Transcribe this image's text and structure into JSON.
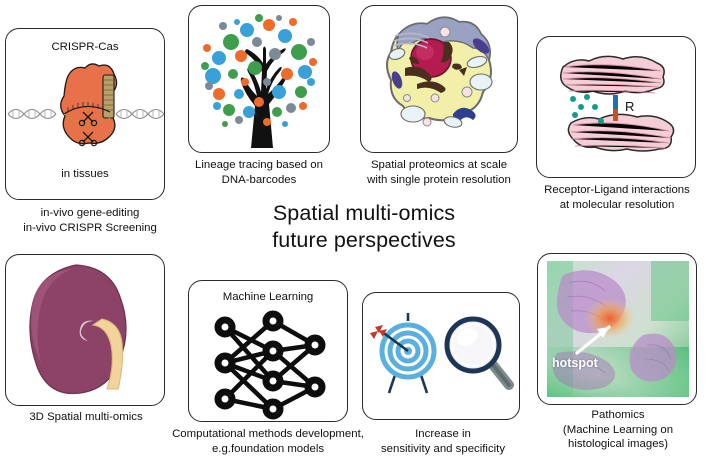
{
  "figure": {
    "title_line1": "Spatial multi-omics",
    "title_line2": "future perspectives"
  },
  "panels": {
    "crispr": {
      "inner_top_label": "CRISPR-Cas",
      "inner_bottom_label": "in tissues",
      "caption_line1": "in-vivo gene-editing",
      "caption_line2": "in-vivo CRISPR Screening",
      "icon": "crispr-cas9-dna-icon",
      "colors": {
        "protein": "#e8714a",
        "dna": "#d9d9d9",
        "outline": "#1a1a1a"
      }
    },
    "lineage": {
      "caption_line1": "Lineage tracing based on",
      "caption_line2": "DNA-barcodes",
      "icon": "barcode-tree-icon",
      "colors": {
        "trunk": "#111111",
        "dot_blue": "#3aa0d8",
        "dot_green": "#3f9e4d",
        "dot_orange": "#ef6b2a",
        "dot_gray": "#7b8a97"
      }
    },
    "proteomics": {
      "caption_line1": "Spatial proteomics at scale",
      "caption_line2": "with single protein resolution",
      "icon": "animal-cell-icon",
      "colors": {
        "cytoplasm": "#f2efa8",
        "membrane": "#9aa2c4",
        "nucleus": "#b31b51",
        "organelle": "#4a2f1e",
        "mito": "#2d3f8f"
      }
    },
    "receptor": {
      "inner_label": "R",
      "caption_line1": "Receptor-Ligand interactions",
      "caption_line2": "at molecular resolution",
      "icon": "receptor-ligand-cells-icon",
      "colors": {
        "cell": "#f4cdd6",
        "receptor": "#1f6fb4",
        "ligand_bar": "#c4531f",
        "ligand_dot": "#159b8a"
      }
    },
    "kidney": {
      "caption_line1": "3D Spatial multi-omics",
      "icon": "kidney-3d-icon",
      "colors": {
        "cortex": "#8d4368",
        "ureter": "#f2d49a"
      }
    },
    "ml": {
      "inner_top_label": "Machine Learning",
      "caption_line1": "Computational methods development,",
      "caption_line2": "e.g.foundation models",
      "icon": "neural-network-icon",
      "colors": {
        "node": "#0d0d0d"
      }
    },
    "accuracy": {
      "caption_line1": "Increase in",
      "caption_line2": "sensitivity and specificity",
      "icon_target": "dartboard-arrow-icon",
      "icon_magnifier": "magnifying-glass-icon",
      "colors": {
        "ring": "#59b0de",
        "ring_dark": "#1d3557",
        "arrow": "#c0392b",
        "lens": "#f0f0f2",
        "handle": "#7f8c8d"
      }
    },
    "pathomics": {
      "overlay_label": "hotspot",
      "caption_line1": "Pathomics",
      "caption_line2": "(Machine Learning on",
      "caption_line3": "histological images)",
      "icon": "histology-heatmap-icon",
      "colors": {
        "green": "#5cc27f",
        "purple": "#b98bc9",
        "hot": "#ef6f3c"
      }
    }
  }
}
